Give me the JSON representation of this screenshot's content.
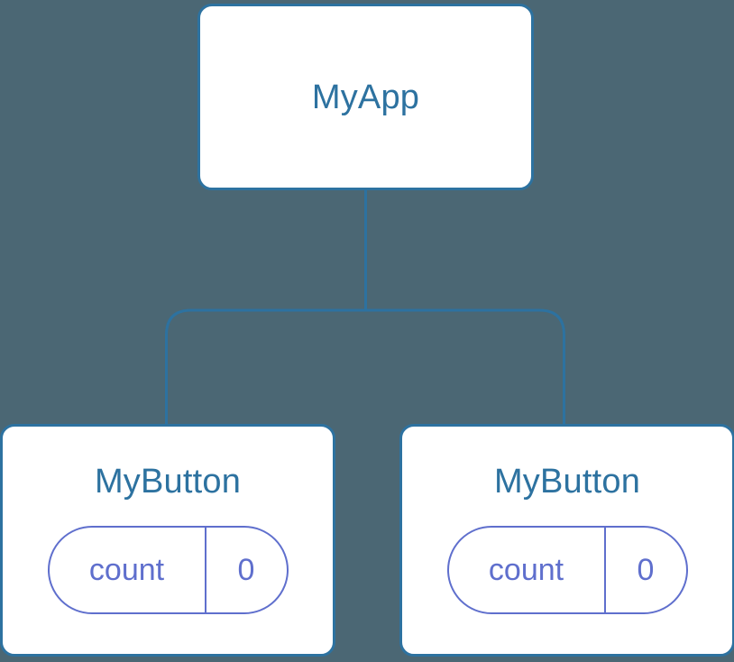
{
  "diagram": {
    "type": "component-tree",
    "background_color": "#4b6774",
    "node_border_color": "#2d72a0",
    "node_text_color": "#2d72a0",
    "state_pill_color": "#5f6fcd",
    "edge_color": "#2d72a0",
    "root": {
      "label": "MyApp"
    },
    "children": [
      {
        "label": "MyButton",
        "state": {
          "key": "count",
          "value": "0"
        }
      },
      {
        "label": "MyButton",
        "state": {
          "key": "count",
          "value": "0"
        }
      }
    ]
  }
}
